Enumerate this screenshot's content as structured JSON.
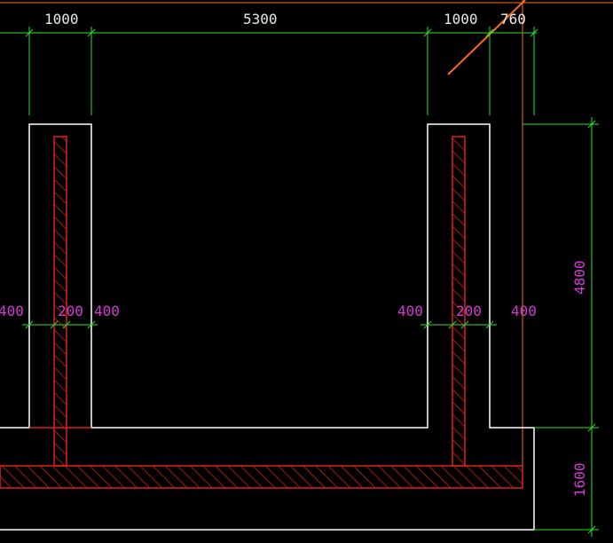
{
  "drawing": {
    "top_dimensions": [
      "1000",
      "5300",
      "1000",
      "760"
    ],
    "wall_thickness_dims_left": [
      "400",
      "200",
      "400"
    ],
    "wall_thickness_dims_right": [
      "400",
      "200",
      "400"
    ],
    "right_dimensions": [
      "4800",
      "1600"
    ]
  },
  "colors": {
    "background": "#000000",
    "outline": "#ffffff",
    "dimension_line": "#2ee02e",
    "dimension_text_green": "#e8e8e8",
    "dimension_text_magenta": "#d23cd2",
    "hatch": "#e01e1e",
    "orange": "#ff6a1a"
  }
}
